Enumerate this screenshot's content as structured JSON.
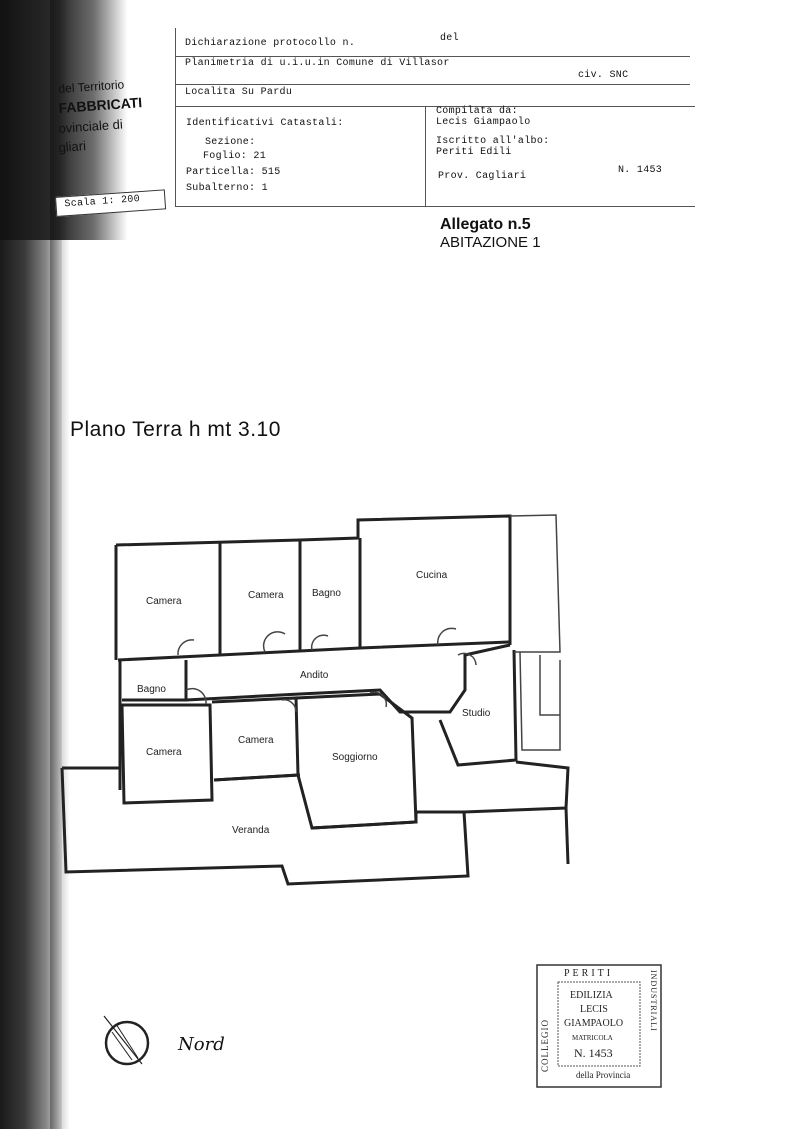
{
  "header": {
    "dichiarazione": "Dichiarazione protocollo n.",
    "del": "del",
    "planimetria": "Planimetria di u.i.u.in Comune di Villasor",
    "civ": "civ. SNC",
    "localita": "Localita Su Pardu",
    "identificativi": "Identificativi Catastali:",
    "sezione": "Sezione:",
    "foglio": "Foglio: 21",
    "particella": "Particella: 515",
    "subalterno": "Subalterno: 1",
    "compilata_label": "Compilata da:",
    "compilata_nome": "Lecis Giampaolo",
    "iscritto_label": "Iscritto all'albo:",
    "iscritto_albo": "Periti Edili",
    "prov": "Prov. Cagliari",
    "numero": "N. 1453"
  },
  "agency": {
    "line1": "del Territorio",
    "line2": "FABBRICATI",
    "line3": "ovinciale di",
    "line4": "gliari"
  },
  "scala": "Scala 1: 200",
  "allegato": "Allegato n.5",
  "abitazione": "ABITAZIONE 1",
  "piano": "Plano Terra h mt 3.10",
  "rooms": {
    "camera_1": "Camera",
    "camera_2": "Camera",
    "bagno_1": "Bagno",
    "cucina": "Cucina",
    "bagno_2": "Bagno",
    "andito": "Andito",
    "studio": "Studio",
    "camera_3": "Camera",
    "camera_4": "Camera",
    "soggiorno": "Soggiorno",
    "veranda": "Veranda"
  },
  "nord": "Nord",
  "stamp": {
    "top": "PERITI",
    "left": "COLLEGIO",
    "right": "INDUSTRIALI",
    "line1": "EDILIZIA",
    "line2": "LECIS",
    "line3": "GIAMPAOLO",
    "line4": "MATRICOLA",
    "line5": "N. 1453",
    "bottom": "della Provincia"
  }
}
